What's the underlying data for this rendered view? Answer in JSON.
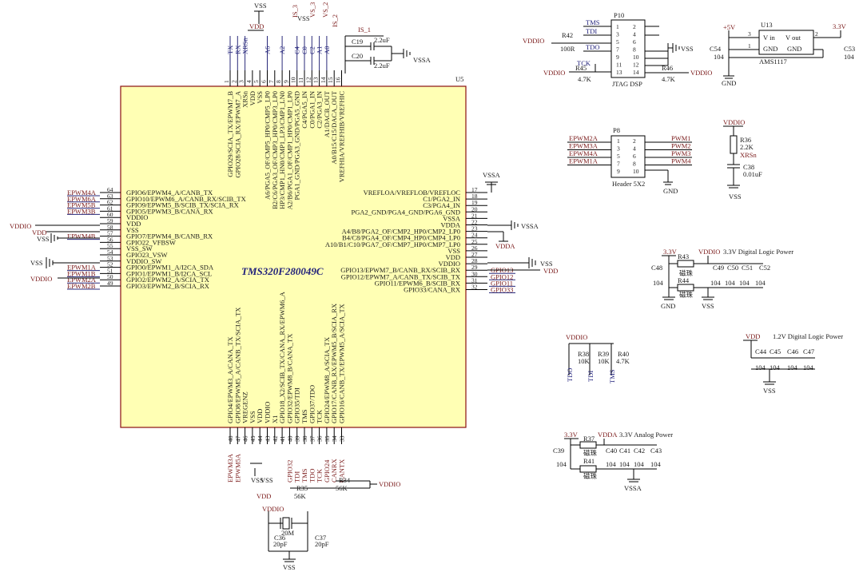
{
  "chip": {
    "ref": "U5",
    "part": "TMS320F280049C",
    "left_pins": [
      {
        "num": "64",
        "name": "GPIO6/EPWM4_A/CANB_TX",
        "net": "EPWM4A"
      },
      {
        "num": "63",
        "name": "GPIO10/EPWM6_A/CANB_RX/SCIB_TX",
        "net": "EPWM6A"
      },
      {
        "num": "62",
        "name": "GPIO9/EPWM5_B/SCIB_TX/SCIA_RX",
        "net": "EPWM5B"
      },
      {
        "num": "61",
        "name": "GPIO5/EPWM3_B/CANA_RX",
        "net": "EPWM3B"
      },
      {
        "num": "60",
        "name": "VDDIO",
        "net": "VDDIO"
      },
      {
        "num": "59",
        "name": "VDD",
        "net": "VDD"
      },
      {
        "num": "58",
        "name": "VSS",
        "net": "VSS"
      },
      {
        "num": "57",
        "name": "GPIO7/EPWM4_B/CANB_RX",
        "net": "EPWM4B"
      },
      {
        "num": "56",
        "name": "GPIO22_VFBSW",
        "net": ""
      },
      {
        "num": "55",
        "name": "VSS_SW",
        "net": "VSS"
      },
      {
        "num": "54",
        "name": "GPIO23_VSW",
        "net": ""
      },
      {
        "num": "53",
        "name": "VDDIO_SW",
        "net": "VDDIO"
      },
      {
        "num": "52",
        "name": "GPIO0/EPWM1_A/I2CA_SDA",
        "net": "EPWM1A"
      },
      {
        "num": "51",
        "name": "GPIO1/EPWM1_B/I2CA_SCL",
        "net": "EPWM1B"
      },
      {
        "num": "50",
        "name": "GPIO2/EPWM2_A/SCIA_TX",
        "net": "EPWM2A"
      },
      {
        "num": "49",
        "name": "GPIO3/EPWM2_B/SCIA_RX",
        "net": "EPWM2B"
      }
    ],
    "right_pins": [
      {
        "num": "17",
        "name": "VREFLOA/VREFLOB/VREFLOC",
        "net": ""
      },
      {
        "num": "18",
        "name": "C1/PGA2_IN",
        "net": ""
      },
      {
        "num": "19",
        "name": "C3/PGA4_IN",
        "net": ""
      },
      {
        "num": "20",
        "name": "PGA2_GND/PGA4_GND/PGA6_GND",
        "net": ""
      },
      {
        "num": "21",
        "name": "VSSA",
        "net": "VSSA"
      },
      {
        "num": "22",
        "name": "VDDA",
        "net": ""
      },
      {
        "num": "23",
        "name": "A4/B8/PGA2_OF/CMP2_HP0/CMP2_LP0",
        "net": ""
      },
      {
        "num": "24",
        "name": "B4/C8/PGA4_OF/CMP4_HP0/CMP4_LP0",
        "net": ""
      },
      {
        "num": "25",
        "name": "A10/B1/C10/PGA7_OF/CMP7_HP0/CMP7_LP0",
        "net": ""
      },
      {
        "num": "26",
        "name": "VSS",
        "net": "VSS"
      },
      {
        "num": "27",
        "name": "VDD",
        "net": "VDD"
      },
      {
        "num": "28",
        "name": "VDDIO",
        "net": ""
      },
      {
        "num": "29",
        "name": "GPIO13/EPWM7_B/CANB_RX/SCIB_RX",
        "net": "GPIO13"
      },
      {
        "num": "30",
        "name": "GPIO12/EPWM7_A/CANB_TX/SCIB_TX",
        "net": "GPIO12"
      },
      {
        "num": "31",
        "name": "GPIO11/EPWM6_B/SCIB_RX",
        "net": "GPIO11"
      },
      {
        "num": "32",
        "name": "GPIO33/CANA_RX",
        "net": "GPIO33"
      }
    ],
    "top_pins": [
      {
        "num": "1",
        "name": "GPIO29/SCIA_TX/EPWM7_B",
        "net": "TX"
      },
      {
        "num": "2",
        "name": "GPIO28/SCIA_RX/EPWM7_A",
        "net": "RX"
      },
      {
        "num": "3",
        "name": "XRSn",
        "net": "XRSn"
      },
      {
        "num": "4",
        "name": "VDD",
        "net": ""
      },
      {
        "num": "5",
        "name": "VSS",
        "net": ""
      },
      {
        "num": "6",
        "name": "A6/PGA5_OF/CMP5_HP0/CMP5_LP0",
        "net": "A6"
      },
      {
        "num": "7",
        "name": "B2/C6/PGA3_OF/CMP3_HP0/CMP3_LP0",
        "net": ""
      },
      {
        "num": "8",
        "name": "HP3/CMP1_HN0/CMP1_LP3/CMP1_LN0",
        "net": "A2"
      },
      {
        "num": "9",
        "name": "A2/B6/PGA1_OF/CMP1_HP0/CMP1_LP0",
        "net": ""
      },
      {
        "num": "10",
        "name": "PGA1_GND/PGA3_GND/PGA5_GND",
        "net": "C4"
      },
      {
        "num": "11",
        "name": "C4/PGA5_IN",
        "net": "C0"
      },
      {
        "num": "12",
        "name": "C0/PGA1_IN",
        "net": "C2"
      },
      {
        "num": "13",
        "name": "C2/PGA3_IN",
        "net": "A1"
      },
      {
        "num": "14",
        "name": "A1/DACB_OUT",
        "net": "A0"
      },
      {
        "num": "15",
        "name": "A0/B15/C15/DACA_OUT",
        "net": ""
      },
      {
        "num": "16",
        "name": "VREFHIA/VREFHIB/VREFHIC",
        "net": ""
      }
    ],
    "bottom_pins": [
      {
        "num": "48",
        "name": "GPIO4/EPWM3_A/CANA_TX",
        "net": "EPWM3A"
      },
      {
        "num": "47",
        "name": "GPIO8/EPWM5_A/CANB_TX/SCIA_TX",
        "net": "EPWM5A"
      },
      {
        "num": "46",
        "name": "VREGENZ",
        "net": ""
      },
      {
        "num": "45",
        "name": "VSS",
        "net": ""
      },
      {
        "num": "44",
        "name": "VDD",
        "net": ""
      },
      {
        "num": "43",
        "name": "VDDIO",
        "net": ""
      },
      {
        "num": "42",
        "name": "X1",
        "net": ""
      },
      {
        "num": "41",
        "name": "GPIO18_X2/SCIB_TX/CANA_RX/EPWM6_A",
        "net": ""
      },
      {
        "num": "40",
        "name": "GPIO32/EPWM8_B/CANA_TX",
        "net": "GPIO32"
      },
      {
        "num": "39",
        "name": "GPIO35/TDI",
        "net": "TDI"
      },
      {
        "num": "38",
        "name": "TMS",
        "net": "TMS"
      },
      {
        "num": "37",
        "name": "GPIO37/TDO",
        "net": "TDO"
      },
      {
        "num": "36",
        "name": "TCK",
        "net": "TCK"
      },
      {
        "num": "35",
        "name": "GPIO24/EPWM8_A/SCIA_TX",
        "net": "GPIO24"
      },
      {
        "num": "34",
        "name": "GPIO17/CANB_RX/EPWM5_B/SCIA_RX",
        "net": "CANRX"
      },
      {
        "num": "33",
        "name": "GPIO16/CANB_TX/EPWM5_A/SCIA_TX",
        "net": "CANTX"
      }
    ]
  },
  "top_labels": {
    "vss1": "VSS",
    "vdd1": "VDD",
    "is3": "IS_3",
    "vss2": "VSS",
    "vs3": "VS_3",
    "is2": "IS_2",
    "vs2": "VS_2",
    "is1": "IS_1",
    "c19": "C19",
    "c19v": "2.2uF",
    "c20": "C20",
    "c20v": "2.2uF",
    "vssa": "VSSA"
  },
  "side_labels": {
    "vssa_top": "VSSA",
    "vssa_r": "VSSA",
    "vdda_r": "VDDA",
    "vss_r": "VSS",
    "vdd_r": "VDD",
    "vddio_l1": "VDDIO",
    "vdd_l": "VDD",
    "vss_l1": "VSS",
    "vss_l2": "VSS",
    "vddio_l2": "VDDIO"
  },
  "crystal": {
    "vss_a": "VSS",
    "vss_b": "VSS",
    "vdd": "VDD",
    "vddio": "VDDIO",
    "y": "20M",
    "c36": "C36",
    "c36v": "20pF",
    "c37": "C37",
    "c37v": "20pF",
    "gnd": "VSS",
    "r34": "R34",
    "r34v": "56K",
    "r35": "R35",
    "r35v": "56K",
    "vddio_r": "VDDIO"
  },
  "jtag": {
    "ref": "P10",
    "title": "JTAG DSP",
    "tms": "TMS",
    "tdi": "TDI",
    "tdo": "TDO",
    "tck": "TCK",
    "vddio_a": "VDDIO",
    "r42": "R42",
    "r42v": "100R",
    "vddio_b": "VDDIO",
    "r45": "R45",
    "r45v": "4.7K",
    "r46": "R46",
    "r46v": "4.7K",
    "vddio_c": "VDDIO",
    "vss": "VSS",
    "pins_l": [
      "1",
      "3",
      "5",
      "7",
      "9",
      "11",
      "13"
    ],
    "pins_r": [
      "2",
      "4",
      "6",
      "8",
      "10",
      "12",
      "14"
    ]
  },
  "reg": {
    "ref": "U13",
    "part": "AMS1117",
    "vin_label": "V in",
    "vout_label": "V out",
    "gnd1": "GND",
    "gnd2": "GND",
    "p3": "3",
    "p2": "2",
    "p1": "1",
    "in_net": "+5V",
    "out_net": "3.3V",
    "c54": "C54",
    "c54v": "104",
    "c53": "C53",
    "c53v": "104",
    "gnd": "GND"
  },
  "pwm_hdr": {
    "ref": "P8",
    "title": "Header 5X2",
    "left_nets": [
      "EPWM2A",
      "EPWM3A",
      "EPWM4A",
      "EPWM1A"
    ],
    "right_nets": [
      "PWM1",
      "PWM2",
      "PWM3",
      "PWM4"
    ],
    "pins_l": [
      "1",
      "3",
      "5",
      "7",
      "9"
    ],
    "pins_r": [
      "2",
      "4",
      "6",
      "8",
      "10"
    ],
    "gnd": "GND"
  },
  "reset": {
    "vddio": "VDDIO",
    "r36": "R36",
    "r36v": "2.2K",
    "xrsn": "XRSn",
    "c38": "C38",
    "c38v": "0.01uF",
    "vss": "VSS"
  },
  "dig33": {
    "title": "3.3V Digital Logic Power",
    "v33": "3.3V",
    "vddio": "VDDIO",
    "r43": "R43",
    "r43v": "磁珠",
    "r44": "R44",
    "r44v": "磁珠",
    "c48": "C48",
    "c48v": "104",
    "c49": "C49",
    "c50": "C50",
    "c51": "C51",
    "c52": "C52",
    "cv": "104",
    "gnd": "GND",
    "vss": "VSS"
  },
  "pullups": {
    "vddio": "VDDIO",
    "r38": "R38",
    "r38v": "10K",
    "r39": "R39",
    "r39v": "10K",
    "r40": "R40",
    "r40v": "4.7K",
    "tdo": "TDO",
    "tdi": "TDI",
    "tms": "TMS"
  },
  "dig12": {
    "title": "1.2V Digital Logic Power",
    "vdd": "VDD",
    "c44": "C44",
    "c45": "C45",
    "c46": "C46",
    "c47": "C47",
    "cv": "104",
    "vss": "VSS"
  },
  "ana33": {
    "title": "3.3V Analog Power",
    "v33": "3.3V",
    "vdda": "VDDA",
    "r37": "R37",
    "r37v": "磁珠",
    "r41": "R41",
    "r41v": "磁珠",
    "c39": "C39",
    "c39v": "104",
    "c40": "C40",
    "c41": "C41",
    "c42": "C42",
    "c43": "C43",
    "cv": "104",
    "vssa": "VSSA"
  }
}
